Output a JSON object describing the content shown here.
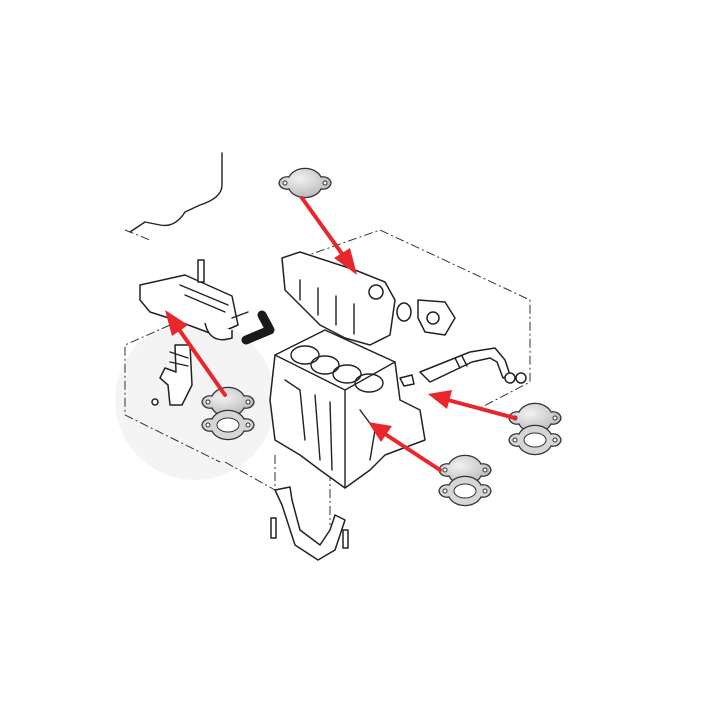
{
  "diagram": {
    "type": "exploded parts diagram",
    "colors": {
      "arrow": "#e8262b",
      "line": "#222222",
      "plate": "#c8c8c8",
      "background": "#ffffff"
    },
    "arrows": [
      {
        "points_to": "intake-manifold",
        "from_part": "blanking-plate-top"
      },
      {
        "points_to": "egr-cooler",
        "from_part": "blanking-plate-left"
      },
      {
        "points_to": "egr-pipe-flange",
        "from_part": "blanking-plate-right"
      },
      {
        "points_to": "cylinder-block-port",
        "from_part": "blanking-plate-center"
      }
    ]
  }
}
